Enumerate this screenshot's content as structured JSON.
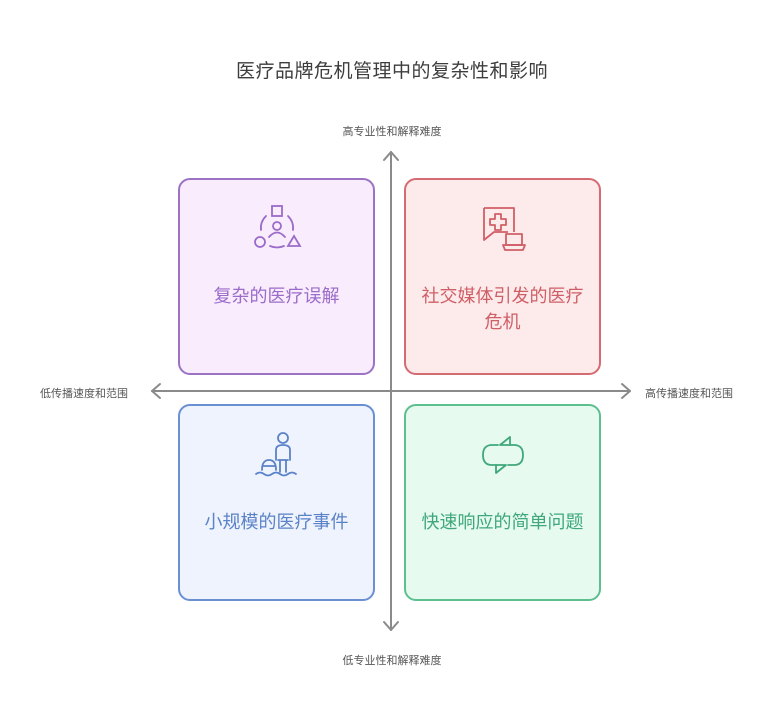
{
  "title": "医疗品牌危机管理中的复杂性和影响",
  "axes": {
    "top": "高专业性和解释难度",
    "bottom": "低专业性和解释难度",
    "left": "低传播速度和范围",
    "right": "高传播速度和范围"
  },
  "quadrants": [
    {
      "position": "top-left",
      "label": "复杂的医疗误解",
      "icon": "people-shapes-network-icon",
      "border": "#9b72c4",
      "fill": "#f8ecfd",
      "text": "#9b6cc9"
    },
    {
      "position": "top-right",
      "label": "社交媒体引发的医疗危机",
      "icon": "medical-chat-laptop-icon",
      "border": "#d46a72",
      "fill": "#fdeaea",
      "text": "#cf5f67"
    },
    {
      "position": "bottom-left",
      "label": "小规模的医疗事件",
      "icon": "person-wading-icon",
      "border": "#6a8fd2",
      "fill": "#eef3fd",
      "text": "#5a82c8"
    },
    {
      "position": "bottom-right",
      "label": "快速响应的简单问题",
      "icon": "cycle-arrows-icon",
      "border": "#5cbf8e",
      "fill": "#e6faf0",
      "text": "#3fa87a"
    }
  ]
}
